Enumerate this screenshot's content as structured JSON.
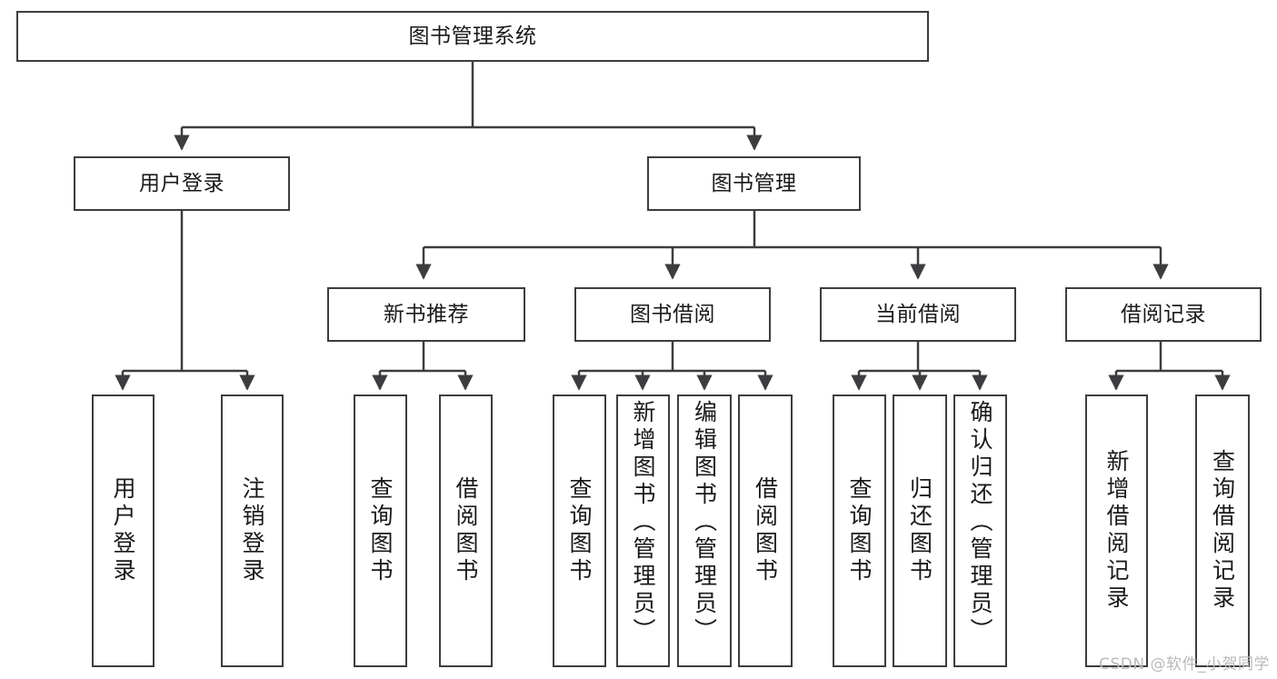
{
  "diagram": {
    "type": "tree",
    "title": "图书管理系统",
    "colors": {
      "background": "#ffffff",
      "stroke": "#3d3d40",
      "node_fill": "#ffffff",
      "text": "#1a1a1a",
      "watermark": "#b9b9bb"
    },
    "root": {
      "label": "图书管理系统"
    },
    "level2": [
      {
        "label": "用户登录"
      },
      {
        "label": "图书管理"
      }
    ],
    "level3": [
      {
        "label": "新书推荐"
      },
      {
        "label": "图书借阅"
      },
      {
        "label": "当前借阅"
      },
      {
        "label": "借阅记录"
      }
    ],
    "leaves": {
      "user_login": [
        {
          "label": "用户登录"
        },
        {
          "label": "注销登录"
        }
      ],
      "new_book_recommend": [
        {
          "label": "查询图书"
        },
        {
          "label": "借阅图书"
        }
      ],
      "book_borrow": [
        {
          "label": "查询图书"
        },
        {
          "label": "新增图书（管理员）"
        },
        {
          "label": "编辑图书（管理员）"
        },
        {
          "label": "借阅图书"
        }
      ],
      "current_borrow": [
        {
          "label": "查询图书"
        },
        {
          "label": "归还图书"
        },
        {
          "label": "确认归还（管理员）"
        }
      ],
      "borrow_record": [
        {
          "label": "新增借阅记录"
        },
        {
          "label": "查询借阅记录"
        }
      ]
    }
  },
  "watermark": {
    "text": "CSDN @软件_小贺同学"
  }
}
